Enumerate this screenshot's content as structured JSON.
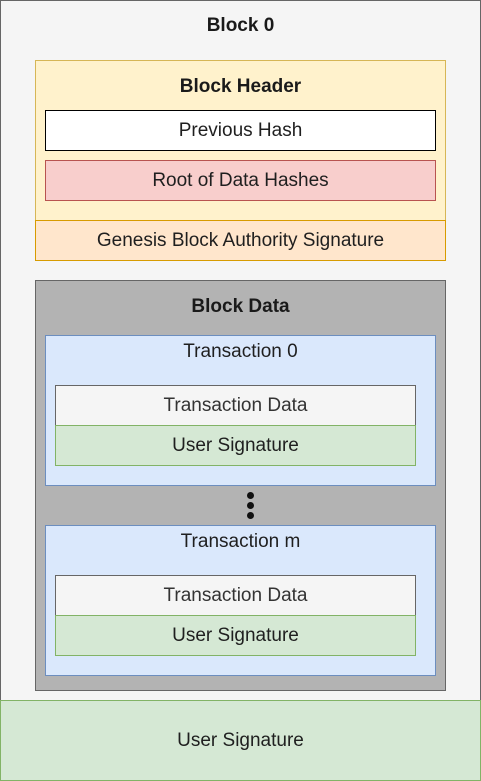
{
  "block": {
    "title": "Block 0",
    "header": {
      "title": "Block Header",
      "previous_hash": "Previous Hash",
      "root_hash": "Root of Data Hashes"
    },
    "authority_signature": "Genesis Block Authority Signature",
    "data": {
      "title": "Block Data",
      "transactions": [
        {
          "title": "Transaction 0",
          "data": "Transaction Data",
          "signature": "User Signature"
        },
        {
          "title": "Transaction m",
          "data": "Transaction Data",
          "signature": "User Signature"
        }
      ]
    },
    "user_signature": "User Signature"
  },
  "colors": {
    "outer": "#f5f5f5",
    "header": "#fff2cc",
    "root_hash": "#f8cecc",
    "authority": "#ffe6cc",
    "block_data": "#b3b3b3",
    "transaction": "#dae8fc",
    "tx_data": "#f5f5f5",
    "signature": "#d5e8d4"
  }
}
